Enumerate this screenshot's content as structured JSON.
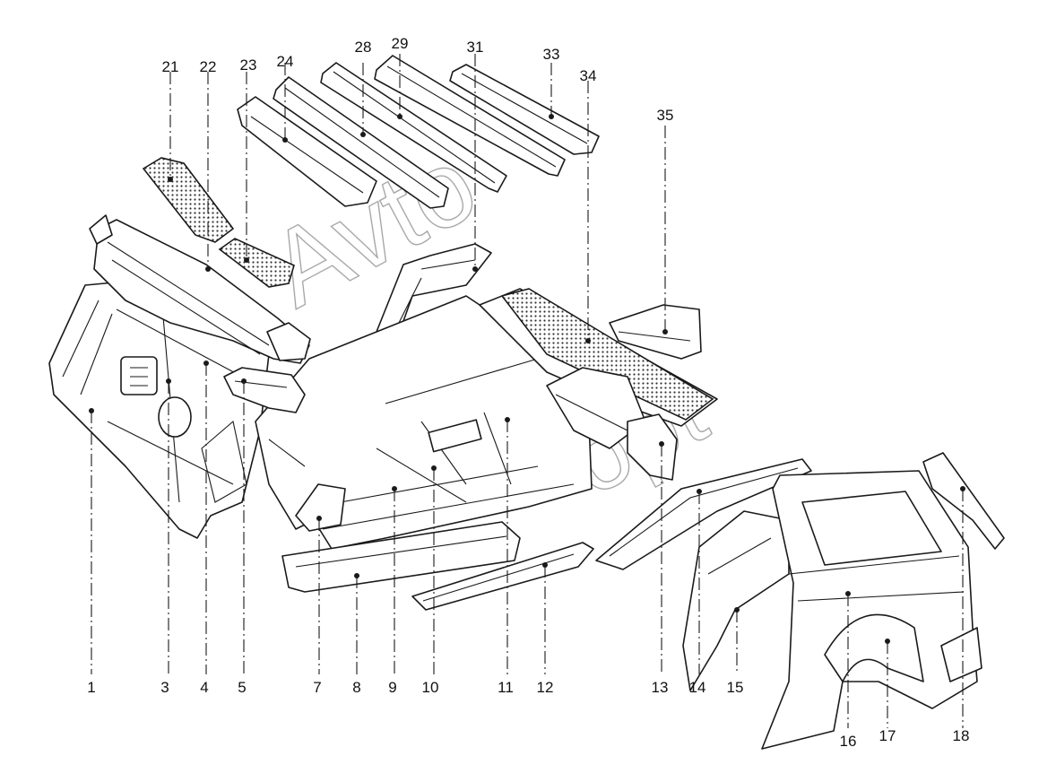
{
  "watermark": {
    "text": "Avto",
    "text2": "opt"
  },
  "callouts": [
    {
      "id": "1",
      "label": "1"
    },
    {
      "id": "3",
      "label": "3"
    },
    {
      "id": "4",
      "label": "4"
    },
    {
      "id": "5",
      "label": "5"
    },
    {
      "id": "7",
      "label": "7"
    },
    {
      "id": "8",
      "label": "8"
    },
    {
      "id": "9",
      "label": "9"
    },
    {
      "id": "10",
      "label": "10"
    },
    {
      "id": "11",
      "label": "11"
    },
    {
      "id": "12",
      "label": "12"
    },
    {
      "id": "13",
      "label": "13"
    },
    {
      "id": "14",
      "label": "14"
    },
    {
      "id": "15",
      "label": "15"
    },
    {
      "id": "16",
      "label": "16"
    },
    {
      "id": "17",
      "label": "17"
    },
    {
      "id": "18",
      "label": "18"
    },
    {
      "id": "21",
      "label": "21"
    },
    {
      "id": "22",
      "label": "22"
    },
    {
      "id": "23",
      "label": "23"
    },
    {
      "id": "24",
      "label": "24"
    },
    {
      "id": "28",
      "label": "28"
    },
    {
      "id": "29",
      "label": "29"
    },
    {
      "id": "31",
      "label": "31"
    },
    {
      "id": "33",
      "label": "33"
    },
    {
      "id": "34",
      "label": "34"
    },
    {
      "id": "35",
      "label": "35"
    }
  ]
}
